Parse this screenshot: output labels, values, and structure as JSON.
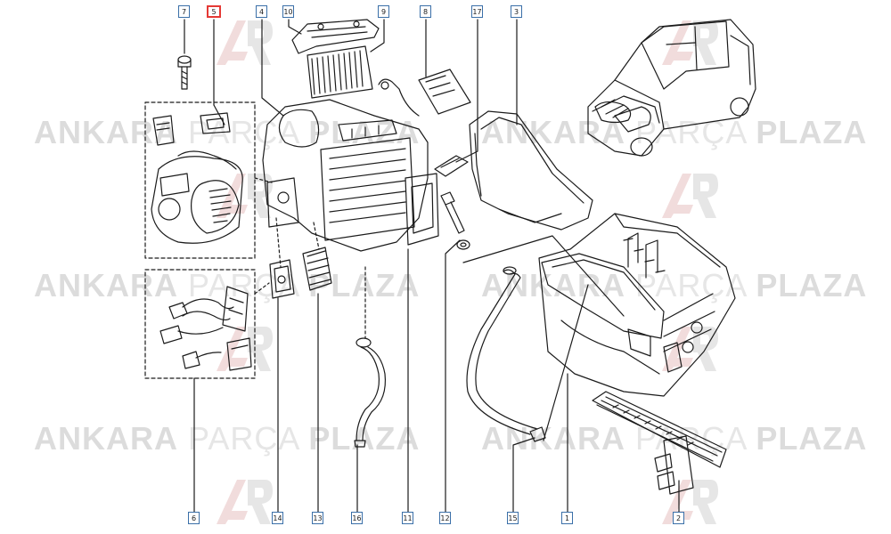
{
  "callouts": {
    "c7": "7",
    "c5": "5",
    "c4": "4",
    "c10": "10",
    "c9": "9",
    "c8": "8",
    "c17": "17",
    "c3": "3",
    "c6": "6",
    "c14": "14",
    "c13": "13",
    "c16": "16",
    "c11": "11",
    "c12": "12",
    "c15": "15",
    "c1": "1",
    "c2": "2"
  },
  "watermark": {
    "word1": "ANKARA",
    "word2": "PARÇA",
    "word3": "PLAZA"
  },
  "colors": {
    "callout_border": "#3a6fa8",
    "highlight_border": "#e53935",
    "watermark": "#dcdcdc"
  }
}
